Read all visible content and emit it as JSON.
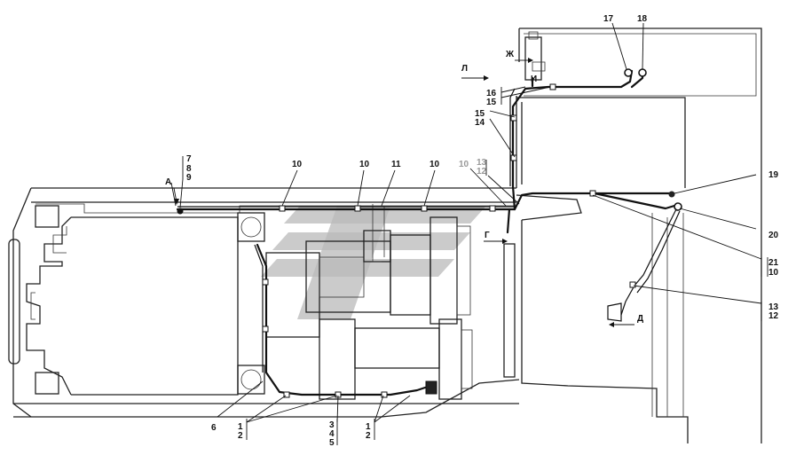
{
  "callouts": {
    "c7": "7",
    "c8": "8",
    "c9": "9",
    "cA": "А",
    "c10a": "10",
    "c10b": "10",
    "c11": "11",
    "c10c": "10",
    "c10d": "10",
    "c13a": "13",
    "c12a": "12",
    "cL": "Л",
    "cZh": "Ж",
    "cI": "И",
    "c16": "16",
    "c15a": "15",
    "c15b": "15",
    "c14": "14",
    "c17": "17",
    "c18": "18",
    "c19": "19",
    "c20": "20",
    "c21": "21",
    "c10e": "10",
    "c13b": "13",
    "c12b": "12",
    "cG": "Г",
    "cD": "Д",
    "c6": "6",
    "c1a": "1",
    "c2a": "2",
    "c3": "3",
    "c4": "4",
    "c5": "5",
    "c1b": "1",
    "c2b": "2"
  },
  "colors": {
    "line": "#222222",
    "wire": "#111111",
    "watermark": "#b9b9b9"
  }
}
